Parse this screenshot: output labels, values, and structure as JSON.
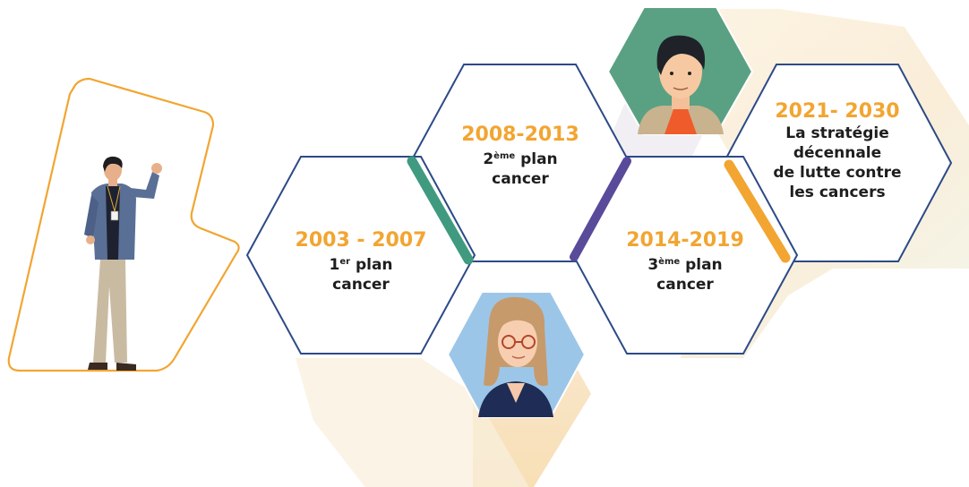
{
  "periods": [
    {
      "years": "2003 - 2007",
      "ord": "1",
      "sup": "er",
      "rest": " plan",
      "line2": "cancer"
    },
    {
      "years": "2008-2013",
      "ord": "2",
      "sup": "ème",
      "rest": " plan",
      "line2": "cancer"
    },
    {
      "years": "2014-2019",
      "ord": "3",
      "sup": "ème",
      "rest": " plan",
      "line2": "cancer"
    },
    {
      "years": "2021- 2030",
      "lines": [
        "La stratégie",
        "décennale",
        "de lutte contre",
        "les cancers"
      ]
    }
  ],
  "colors": {
    "hex_stroke": "#2c4a86",
    "year": "#f2a531",
    "connector_green": "#3f9a80",
    "connector_purple": "#5a4a9a",
    "connector_orange": "#f2a531",
    "frame": "#f2a531"
  }
}
